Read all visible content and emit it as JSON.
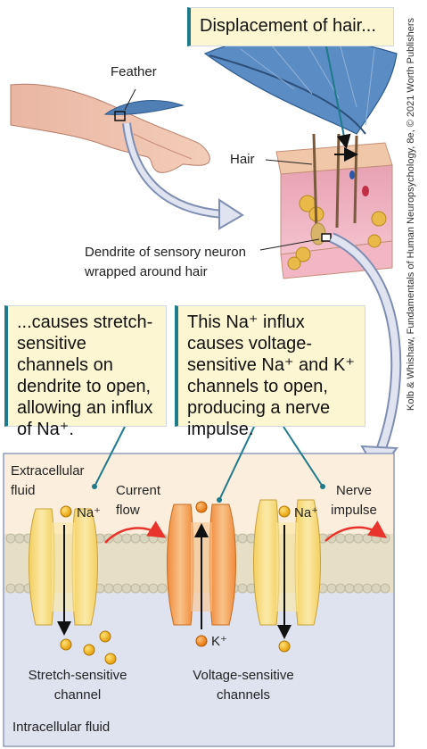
{
  "callouts": {
    "top": "Displacement of hair...",
    "left": "...causes stretch-sensitive channels on dendrite to open, allowing an influx of Na⁺.",
    "right": "This Na⁺ influx causes voltage-sensitive Na⁺ and K⁺ channels to open, producing a nerve impulse."
  },
  "labels": {
    "feather": "Feather",
    "hair": "Hair",
    "dendrite_line1": "Dendrite of sensory neuron",
    "dendrite_line2": "wrapped around hair",
    "extracellular_line1": "Extracellular",
    "extracellular_line2": "fluid",
    "na_left": "Na⁺",
    "current_line1": "Current",
    "current_line2": "flow",
    "na_right": "Na⁺",
    "nerve_line1": "Nerve",
    "nerve_line2": "impulse",
    "k": "K⁺",
    "stretch_line1": "Stretch-sensitive",
    "stretch_line2": "channel",
    "voltage_line1": "Voltage-sensitive",
    "voltage_line2": "channels",
    "intracellular": "Intracellular fluid"
  },
  "credit": "Kolb & Whishaw, Fundamentals of Human Neuropsychology, 8e, © 2021 Worth Publishers",
  "colors": {
    "callout_bg": "#fdf6d2",
    "callout_accent": "#1f7a8c",
    "extracellular_bg": "#fbeedd",
    "intracellular_bg": "#dfe3ef",
    "stretch_channel": "#f7d97a",
    "voltage_channel": "#f7a85b",
    "ion": "#f0a800",
    "current_arrow": "#e8342c"
  }
}
